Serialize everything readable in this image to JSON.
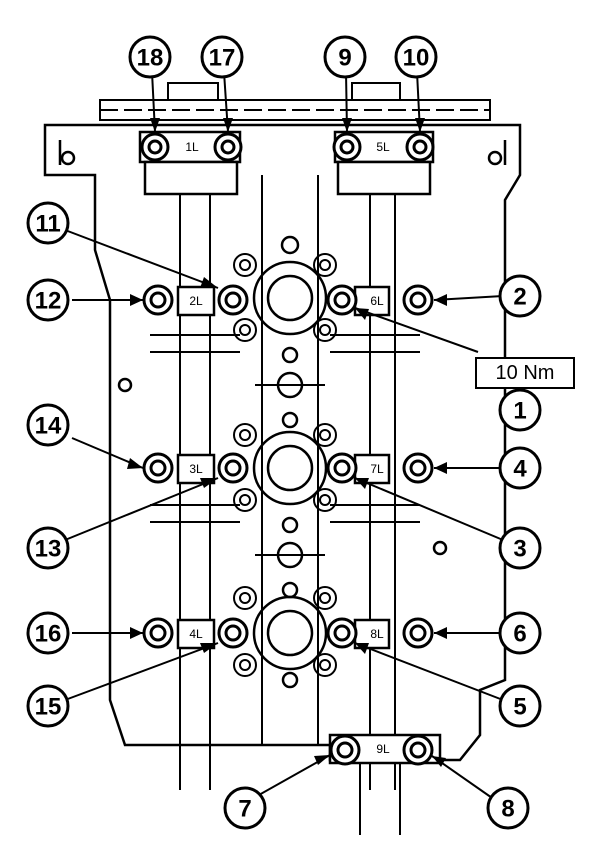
{
  "diagram": {
    "torque_label": "10 Nm",
    "caps": [
      "1L",
      "5L",
      "2L",
      "6L",
      "3L",
      "7L",
      "4L",
      "8L",
      "9L"
    ],
    "callouts": [
      "18",
      "17",
      "9",
      "10",
      "11",
      "12",
      "2",
      "1",
      "14",
      "4",
      "13",
      "3",
      "16",
      "6",
      "15",
      "5",
      "7",
      "8"
    ]
  },
  "colors": {
    "line": "#000000",
    "paper": "#ffffff"
  }
}
